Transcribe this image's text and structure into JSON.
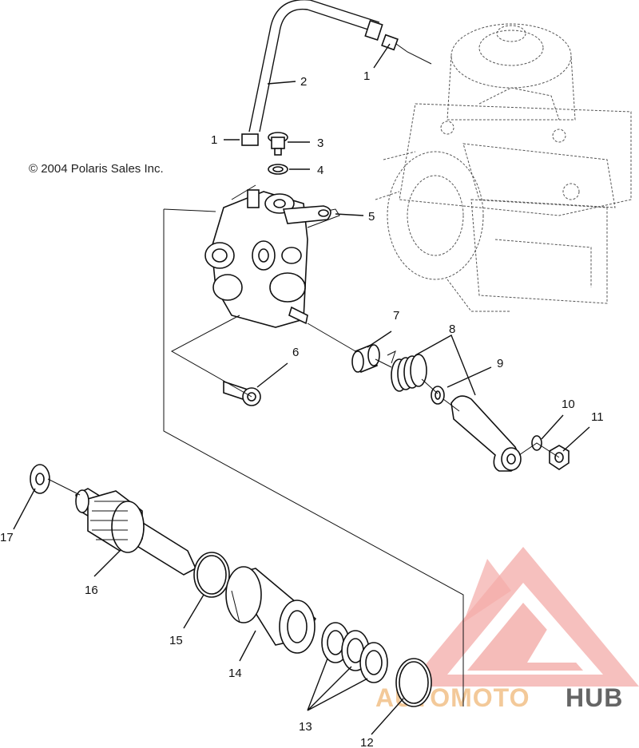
{
  "copyright": "© 2004 Polaris Sales Inc.",
  "callouts": {
    "c1a": "1",
    "c1b": "1",
    "c2": "2",
    "c3": "3",
    "c4": "4",
    "c5": "5",
    "c6": "6",
    "c7": "7",
    "c8": "8",
    "c9": "9",
    "c10": "10",
    "c11": "11",
    "c12": "12",
    "c13": "13",
    "c14": "14",
    "c15": "15",
    "c16": "16",
    "c17": "17"
  },
  "watermark": {
    "part1": "AUTOMOTO",
    "part2": "HUB",
    "color_primary": "#f3a39f",
    "color_secondary": "#f2c48f",
    "color_dark": "#555555"
  }
}
